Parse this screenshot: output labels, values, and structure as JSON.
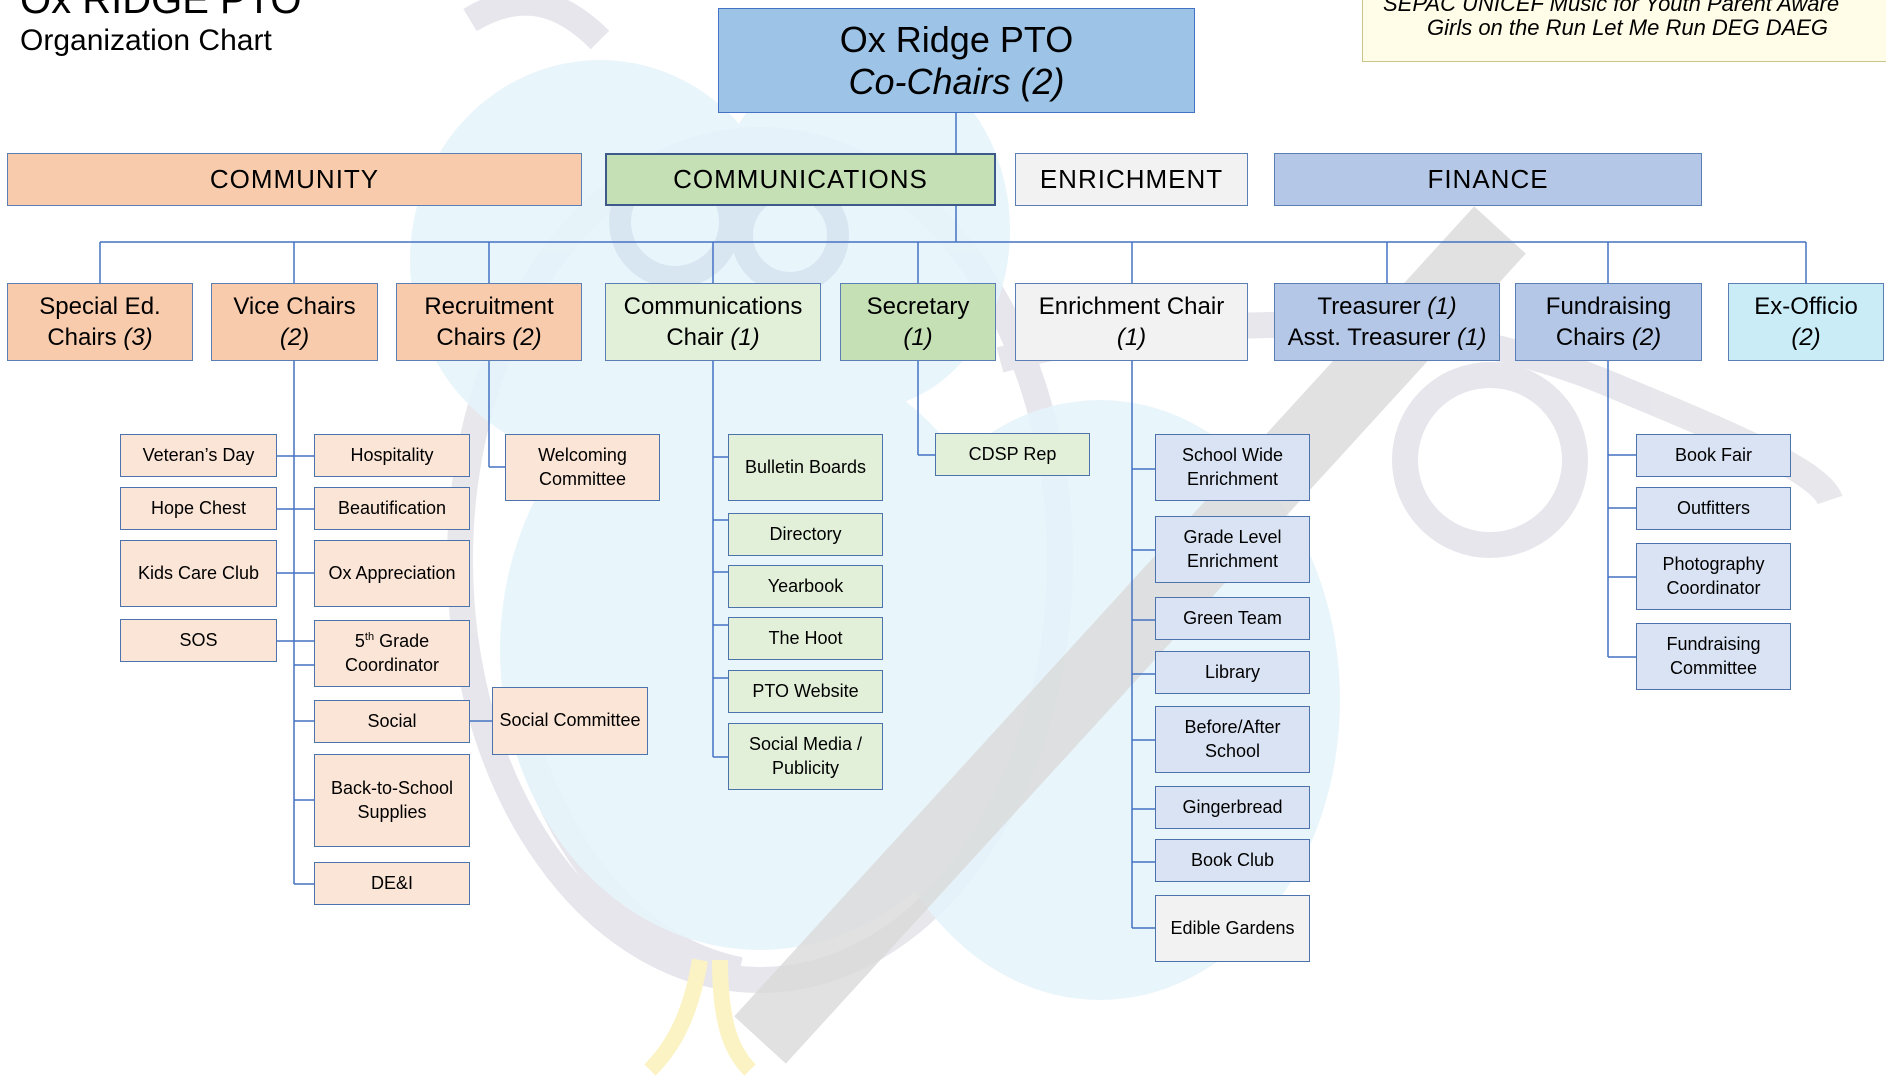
{
  "header": {
    "title": "Ox RIDGE PTO",
    "subtitle": "Organization Chart",
    "note_line1": "SEPAC   UNICEF   Music for Youth   Parent Aware",
    "note_line2": "Girls on the Run    Let Me Run    DEG    DAEG"
  },
  "top": {
    "name": "Ox Ridge PTO",
    "role": "Co-Chairs (2)"
  },
  "categories": [
    "COMMUNITY",
    "COMMUNICATIONS",
    "ENRICHMENT",
    "FINANCE"
  ],
  "roles": [
    {
      "l1": "Special Ed.",
      "l2": "Chairs ",
      "count": "(3)"
    },
    {
      "l1": "Vice Chairs",
      "l2": "",
      "count": "(2)"
    },
    {
      "l1": "Recruitment",
      "l2": "Chairs ",
      "count": "(2)"
    },
    {
      "l1": "Communications",
      "l2": "Chair ",
      "count": "(1)"
    },
    {
      "l1": "Secretary",
      "l2": "",
      "count": "(1)"
    },
    {
      "l1": "Enrichment Chair",
      "l2": "",
      "count": "(1)"
    },
    {
      "l1a": "Treasurer ",
      "l1count": "(1)",
      "l2": "Asst. Treasurer ",
      "count": "(1)"
    },
    {
      "l1": "Fundraising",
      "l2": "Chairs ",
      "count": "(2)"
    },
    {
      "l1": "Ex-Officio",
      "l2": "",
      "count": "(2)"
    }
  ],
  "special_ed": [
    "Veteran’s Day",
    "Hope Chest",
    "Kids Care Club",
    "SOS"
  ],
  "vice_chairs": [
    "Hospitality",
    "Beautification",
    "Ox Appreciation",
    "5",
    "th",
    " Grade Coordinator",
    "Social",
    "Back-to-School Supplies",
    "DE&I"
  ],
  "social_committee": "Social Committee",
  "recruitment": "Welcoming Committee",
  "communications": [
    "Bulletin Boards",
    "Directory",
    "Yearbook",
    "The Hoot",
    "PTO Website",
    "Social Media / Publicity"
  ],
  "secretary": "CDSP Rep",
  "enrichment": [
    "School Wide Enrichment",
    "Grade Level Enrichment",
    "Green Team",
    "Library",
    "Before/After School",
    "Gingerbread",
    "Book Club",
    "Edible Gardens"
  ],
  "fundraising": [
    "Book Fair",
    "Outfitters",
    "Photography Coordinator",
    "Fundraising Committee"
  ],
  "colors": {
    "community": "#f8cbad",
    "community_light": "#fbe5d6",
    "communications": "#c5e0b4",
    "communications_light": "#e2f0d9",
    "enrichment": "#f2f2f2",
    "finance": "#b4c7e7",
    "finance_light": "#dae3f3",
    "top": "#9dc3e6",
    "ex_officio": "#c9ecf7",
    "connector": "#4472c4"
  }
}
